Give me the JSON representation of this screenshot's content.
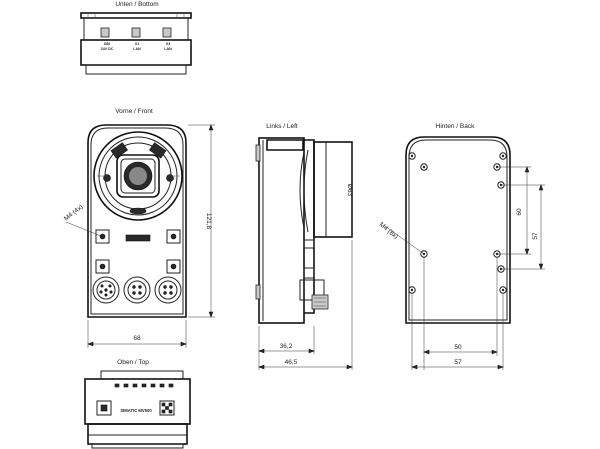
{
  "views": {
    "bottom": {
      "title": "Unten  /   Bottom"
    },
    "front": {
      "title": "Vorne / Front"
    },
    "left": {
      "title": "Links / Left"
    },
    "back": {
      "title": "Hinten / Back"
    },
    "top": {
      "title": "Oben / Top"
    }
  },
  "connector_labels": {
    "x80": [
      "X80",
      "24V DC"
    ],
    "x1": [
      "X1",
      "LAN"
    ],
    "x3": [
      "X3",
      "LAN"
    ]
  },
  "front_labels": {
    "thread": "M4 (4x)",
    "width": "68",
    "height": "121,8"
  },
  "left_labels": {
    "diameter": "Ø63",
    "depth_body": "36,2",
    "depth_total": "46,5"
  },
  "back_labels": {
    "thread": "M4 (8x)",
    "hole_pitch_v_inner": "60",
    "hole_pitch_v_outer": "57",
    "hole_pitch_h_inner": "50",
    "hole_pitch_h_outer": "57"
  },
  "top_labels": {
    "product": "SIMATIC MV500"
  }
}
